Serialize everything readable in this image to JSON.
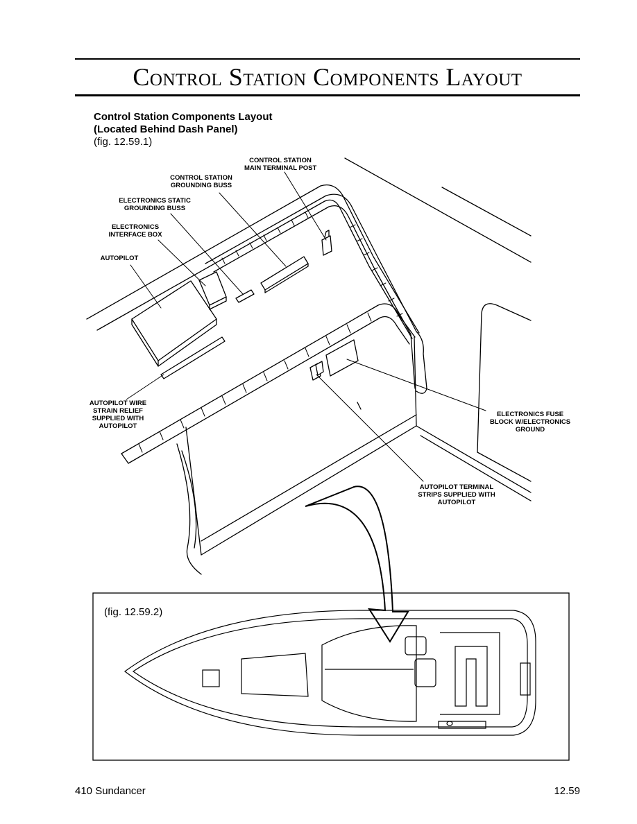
{
  "header": {
    "title": "Control Station Components Layout"
  },
  "caption": {
    "line1": "Control Station Components Layout",
    "line2": "(Located Behind Dash Panel)",
    "fig": "(fig. 12.59.1)"
  },
  "labels": {
    "main_terminal_post_1": "CONTROL STATION",
    "main_terminal_post_2": "MAIN TERMINAL POST",
    "grounding_buss_1": "CONTROL STATION",
    "grounding_buss_2": "GROUNDING BUSS",
    "static_buss_1": "ELECTRONICS STATIC",
    "static_buss_2": "GROUNDING BUSS",
    "interface_box_1": "ELECTRONICS",
    "interface_box_2": "INTERFACE  BOX",
    "autopilot": "AUTOPILOT",
    "strain_relief_1": "AUTOPILOT WIRE",
    "strain_relief_2": "STRAIN RELIEF",
    "strain_relief_3": "SUPPLIED WITH",
    "strain_relief_4": "AUTOPILOT",
    "fuse_block_1": "ELECTRONICS FUSE",
    "fuse_block_2": "BLOCK W/ELECTRONICS",
    "fuse_block_3": "GROUND",
    "terminal_strips_1": "AUTOPILOT TERMINAL",
    "terminal_strips_2": "STRIPS SUPPLIED WITH",
    "terminal_strips_3": "AUTOPILOT"
  },
  "inset": {
    "fig": "(fig. 12.59.2)"
  },
  "footer": {
    "model": "410 Sundancer",
    "page": "12.59"
  }
}
